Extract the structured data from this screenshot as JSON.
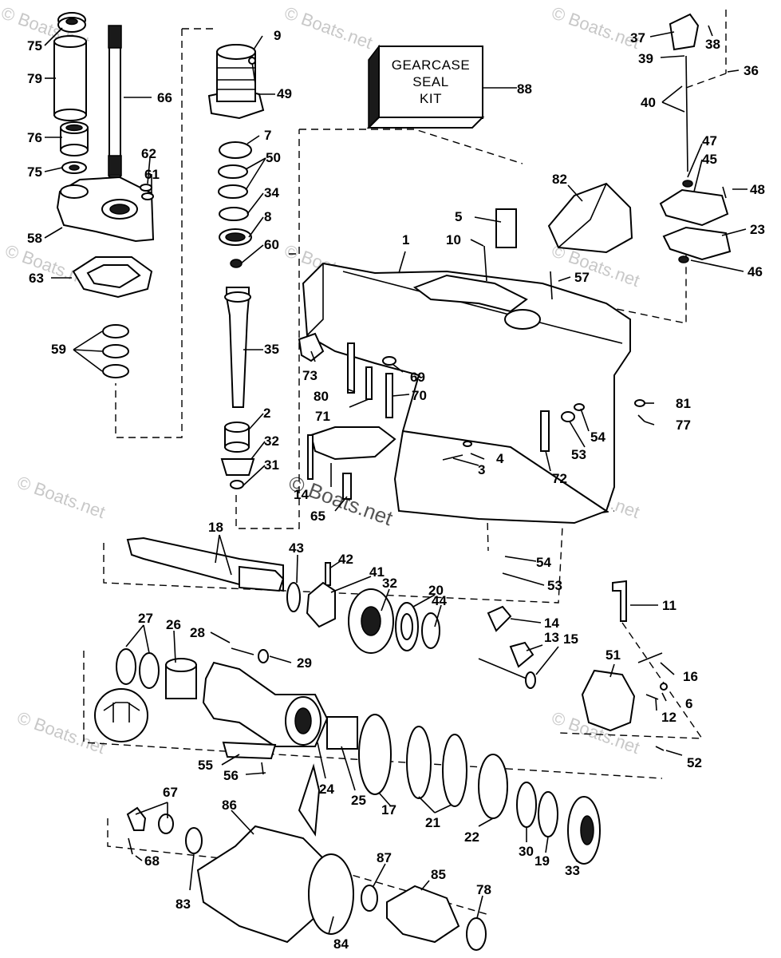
{
  "watermark": "© Boats.net",
  "kit_label": {
    "line1": "GEARCASE",
    "line2": "SEAL",
    "line3": "KIT",
    "number": "88"
  },
  "callouts": [
    "75",
    "79",
    "66",
    "9",
    "49",
    "76",
    "7",
    "50",
    "62",
    "61",
    "34",
    "75",
    "8",
    "58",
    "60",
    "63",
    "59",
    "35",
    "2",
    "32",
    "31",
    "65",
    "14",
    "18",
    "43",
    "42",
    "41",
    "32",
    "20",
    "44",
    "27",
    "26",
    "28",
    "29",
    "24",
    "55",
    "56",
    "25",
    "17",
    "21",
    "22",
    "30",
    "19",
    "33",
    "67",
    "86",
    "68",
    "83",
    "84",
    "87",
    "85",
    "78",
    "1",
    "5",
    "10",
    "82",
    "57",
    "73",
    "69",
    "80",
    "70",
    "71",
    "4",
    "3",
    "72",
    "53",
    "54",
    "81",
    "77",
    "37",
    "38",
    "39",
    "36",
    "40",
    "47",
    "45",
    "48",
    "23",
    "46",
    "54",
    "53",
    "11",
    "14",
    "13",
    "15",
    "51",
    "16",
    "6",
    "12",
    "52"
  ]
}
